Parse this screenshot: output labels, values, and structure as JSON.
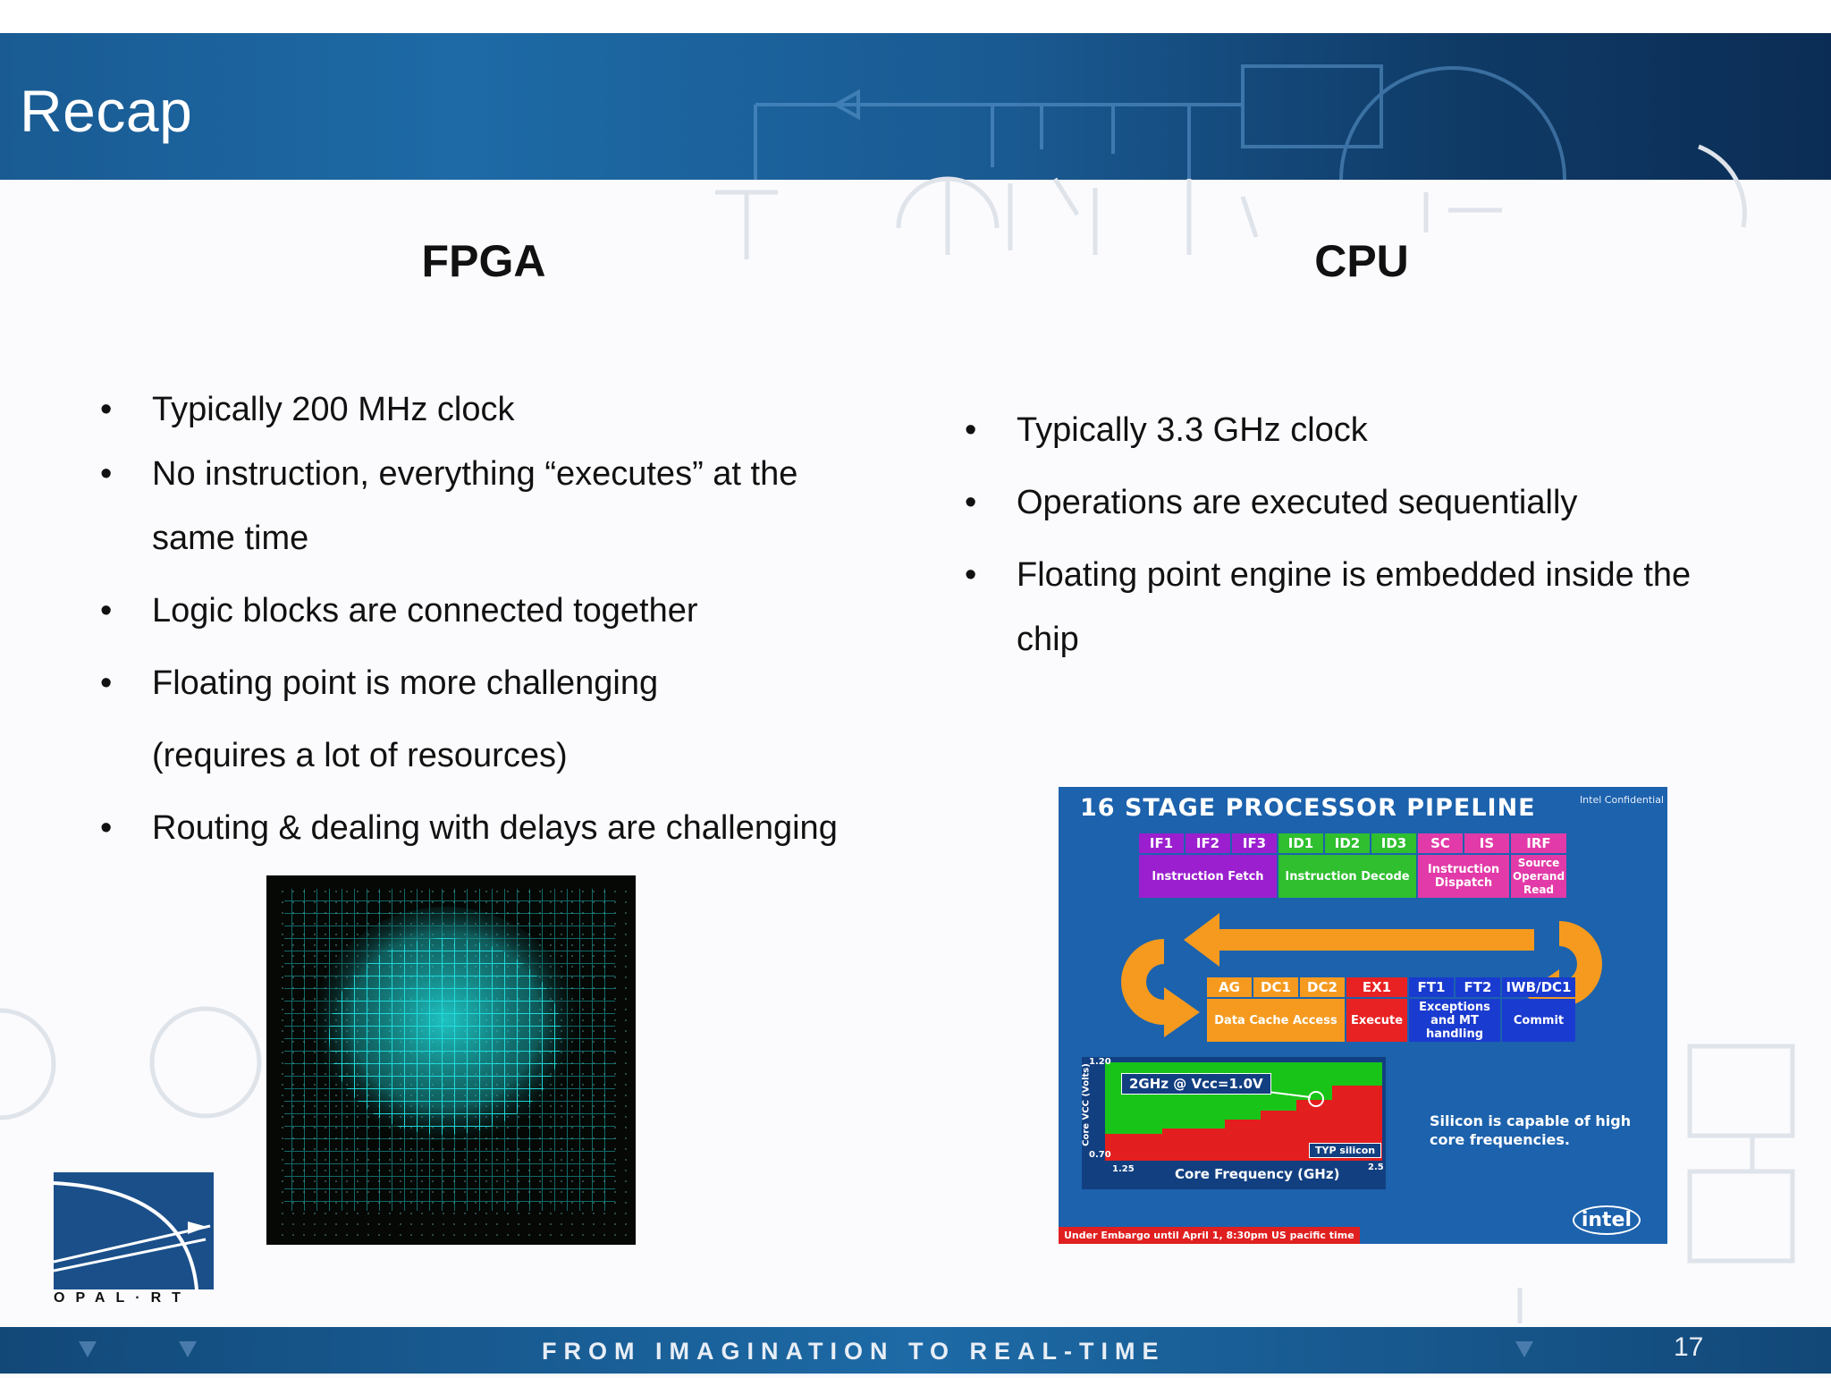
{
  "slide": {
    "title": "Recap",
    "page_number": "17",
    "tagline": "FROM IMAGINATION TO REAL-TIME",
    "logo_text": "OPAL·RT"
  },
  "fpga": {
    "heading": "FPGA",
    "bullets": [
      {
        "marker": "•",
        "line1": "Typically 200 MHz clock",
        "line2": ""
      },
      {
        "marker": "•",
        "line1": "No instruction, everything “executes” at the",
        "line2": "same time"
      },
      {
        "marker": "•",
        "line1": "Logic blocks are connected together",
        "line2": ""
      },
      {
        "marker": "•",
        "line1": "Floating point is more challenging",
        "line2": "(requires a lot of resources)"
      },
      {
        "marker": "•",
        "line1": "Routing & dealing with delays are challenging",
        "line2": ""
      }
    ]
  },
  "cpu": {
    "heading": "CPU",
    "bullets": [
      {
        "marker": "•",
        "line1": "Typically 3.3 GHz clock",
        "line2": ""
      },
      {
        "marker": "•",
        "line1": "Operations are executed sequentially",
        "line2": ""
      },
      {
        "marker": "•",
        "line1": "Floating point engine is embedded inside the",
        "line2": "chip"
      }
    ]
  },
  "pipeline": {
    "title": "16 STAGE PROCESSOR PIPELINE",
    "confidential": "Intel Confidential",
    "row1_stages": [
      "IF1",
      "IF2",
      "IF3",
      "ID1",
      "ID2",
      "ID3",
      "SC",
      "IS",
      "IRF"
    ],
    "row1_groups": [
      "Instruction Fetch",
      "Instruction Decode",
      "Instruction Dispatch",
      "Source Operand Read"
    ],
    "row2_stages": [
      "AG",
      "DC1",
      "DC2",
      "EX1",
      "FT1",
      "FT2",
      "IWB/DC1"
    ],
    "row2_groups": [
      "Data Cache Access",
      "Execute",
      "Exceptions and MT handling",
      "Commit"
    ],
    "freq_label": "2GHz @ Vcc=1.0V",
    "typ_label": "TYP silicon",
    "y_axis": "Core VCC (Volts)",
    "y_top": "1.20",
    "y_bottom": "0.70",
    "x_axis": "Core Frequency (GHz)",
    "x_left": "1.25",
    "x_right": "2.5",
    "silicon_note": "Silicon is capable of high core frequencies.",
    "embargo": "Under Embargo until April 1, 8:30pm US pacific time",
    "intel": "intel"
  }
}
